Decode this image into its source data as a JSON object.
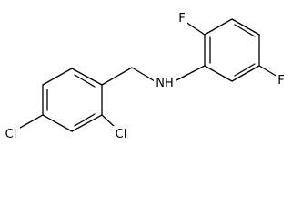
{
  "molecule": {
    "atoms": {
      "nh": "NH",
      "f_top": "F",
      "f_right": "F",
      "cl_left": "Cl",
      "cl_right": "Cl"
    },
    "colors": {
      "bond": "#000000",
      "label": "#000000",
      "background": "#ffffff"
    }
  }
}
